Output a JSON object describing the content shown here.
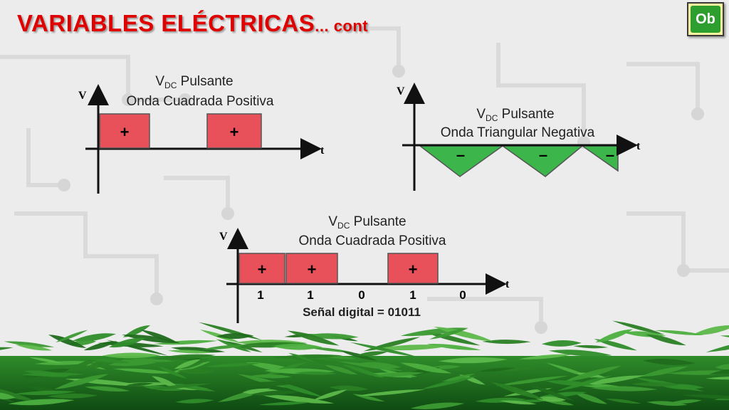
{
  "title": {
    "main": "VARIABLES ELÉCTRICAS",
    "suffix": "... cont"
  },
  "logo": {
    "text": "Ob"
  },
  "colors": {
    "title": "#e00000",
    "pulse_positive": "#e8505a",
    "pulse_negative": "#3cb54a",
    "logo_bg": "#2e9f2e"
  },
  "diagrams": {
    "square1": {
      "caption_v": "V",
      "caption_sub": "DC",
      "caption_rest": " Pulsante",
      "caption_line2": "Onda Cuadrada Positiva",
      "axis_v": "V",
      "axis_t": "t",
      "sign": "+"
    },
    "triangle": {
      "caption_v": "V",
      "caption_sub": "DC",
      "caption_rest": " Pulsante",
      "caption_line2": "Onda Triangular Negativa",
      "axis_v": "V",
      "axis_t": "t",
      "sign": "–"
    },
    "digital": {
      "caption_v": "V",
      "caption_sub": "DC",
      "caption_rest": " Pulsante",
      "caption_line2": "Onda Cuadrada Positiva",
      "axis_v": "V",
      "axis_t": "t",
      "sign": "+",
      "bits": [
        "1",
        "1",
        "0",
        "1",
        "0"
      ],
      "signal_label": "Señal digital = 01011"
    }
  }
}
